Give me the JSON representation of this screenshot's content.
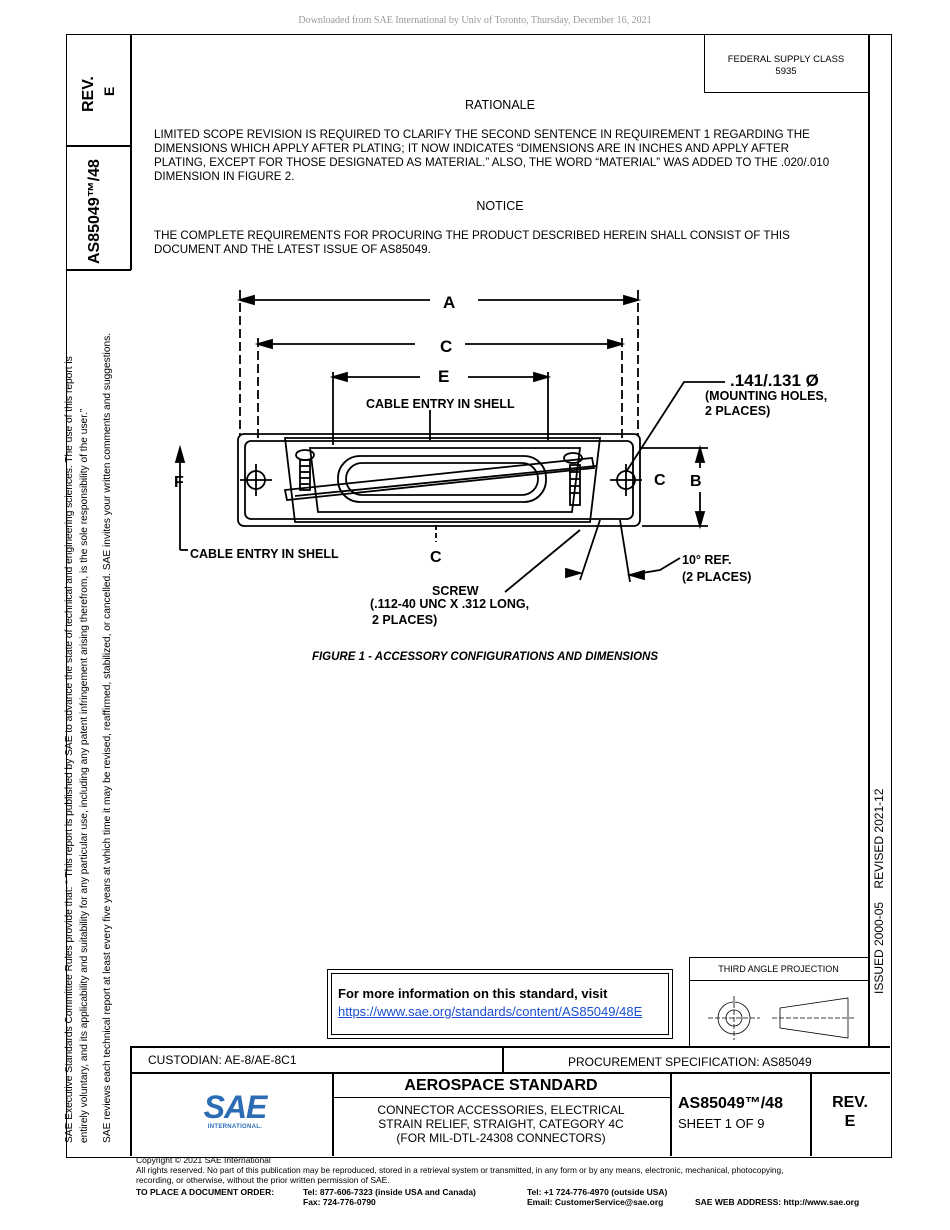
{
  "download_note": "Downloaded from SAE International by Univ of Toronto, Thursday, December 16, 2021",
  "left_rail": {
    "rev_label": "REV.",
    "rev_value": "E",
    "doc_number": "AS85049™/48",
    "policy_line1": "SAE Executive Standards Committee Rules provide that: “ This report is published by SAE to advance the state of technical and engineering sciences. The use of this report is",
    "policy_line2": "entirely voluntary, and its applicability and suitability for any particular use, including any patent infringement arising therefrom, is the sole responsibility of the user.”",
    "policy_line3": "SAE reviews each technical report at least every five years at which time it may be revised, reaffirmed, stabilized, or cancelled. SAE invites your written comments and suggestions."
  },
  "federal_supply": {
    "line1": "FEDERAL SUPPLY CLASS",
    "line2": "5935"
  },
  "right_rail": {
    "issued": "ISSUED 2000-05",
    "revised": "REVISED 2021-12"
  },
  "rationale": {
    "heading": "RATIONALE",
    "text": "LIMITED SCOPE REVISION IS REQUIRED TO CLARIFY THE SECOND SENTENCE IN REQUIREMENT 1 REGARDING THE DIMENSIONS WHICH APPLY AFTER PLATING; IT NOW INDICATES “DIMENSIONS ARE IN INCHES AND APPLY AFTER PLATING, EXCEPT FOR THOSE DESIGNATED AS MATERIAL.” ALSO, THE WORD “MATERIAL” WAS ADDED TO THE .020/.010 DIMENSION IN FIGURE 2."
  },
  "notice": {
    "heading": "NOTICE",
    "text": "THE COMPLETE REQUIREMENTS FOR PROCURING THE PRODUCT DESCRIBED HEREIN SHALL CONSIST OF THIS DOCUMENT AND THE LATEST ISSUE OF AS85049."
  },
  "figure": {
    "dim_a": "A",
    "dim_c": "C",
    "dim_e": "E",
    "dim_b": "B",
    "dim_f": "F",
    "cable_entry_top": "CABLE ENTRY IN SHELL",
    "cable_entry_bottom": "CABLE ENTRY IN SHELL",
    "holes_dim": ".141/.131 Ø",
    "holes_note1": "(MOUNTING HOLES,",
    "holes_note2": "2 PLACES)",
    "screw1": "SCREW",
    "screw2": "(.112-40 UNC X .312 LONG,",
    "screw3": "2 PLACES)",
    "ref1": "10° REF.",
    "ref2": "(2 PLACES)",
    "centerline_symbol": "C",
    "caption": "FIGURE 1 - ACCESSORY CONFIGURATIONS AND DIMENSIONS"
  },
  "info_box": {
    "text": "For more information on this standard, visit",
    "url": "https://www.sae.org/standards/content/AS85049/48E"
  },
  "projection": {
    "label": "THIRD ANGLE PROJECTION"
  },
  "title_block": {
    "custodian": "CUSTODIAN: AE-8/AE-8C1",
    "procurement": "PROCUREMENT SPECIFICATION: AS85049",
    "standard_type": "AEROSPACE STANDARD",
    "title1": "CONNECTOR ACCESSORIES, ELECTRICAL",
    "title2": "STRAIN RELIEF, STRAIGHT, CATEGORY 4C",
    "title3": "(FOR MIL-DTL-24308 CONNECTORS)",
    "doc_number": "AS85049™/48",
    "sheet": "SHEET 1 OF 9",
    "rev_label": "REV.",
    "rev_value": "E",
    "logo_text": "SAE",
    "logo_sub": "INTERNATIONAL."
  },
  "footer": {
    "copyright": "Copyright © 2021 SAE International",
    "rights": "All rights reserved. No part of this publication may be reproduced, stored in a retrieval system or transmitted, in any form or by any means, electronic, mechanical, photocopying,",
    "rights2": "recording, or otherwise, without the prior written permission of SAE.",
    "order_label": "TO PLACE A DOCUMENT ORDER:",
    "tel1": "Tel:  877-606-7323 (inside USA and Canada)",
    "fax": "Fax:  724-776-0790",
    "tel2": "Tel:   +1 724-776-4970 (outside USA)",
    "email": "Email:  CustomerService@sae.org",
    "web": "SAE WEB ADDRESS: http://www.sae.org"
  },
  "colors": {
    "link": "#1a4fd1",
    "logo_blue": "#2b6cb5",
    "note_gray": "#999999"
  }
}
